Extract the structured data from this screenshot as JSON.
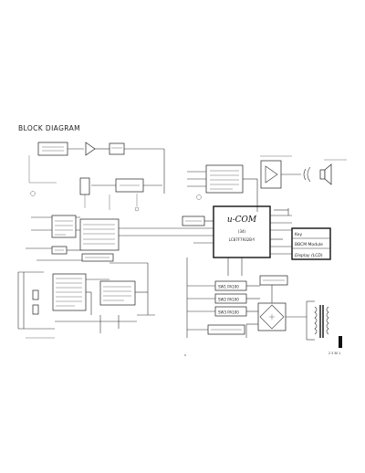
{
  "title": "BLOCK DIAGRAM",
  "blocks": {
    "ucom_main": "u-COM",
    "ucom_sub1": "(34)",
    "ucom_sub2": "LC87F7932B-Y",
    "key": "Key",
    "bbcm": "BBCM Module",
    "display": "Display (LCD)",
    "sw1": "SW1 PA100",
    "sw2": "SW2 PA100",
    "sw3": "SW3 PA100"
  },
  "footer_tag": "2 3 30 1"
}
